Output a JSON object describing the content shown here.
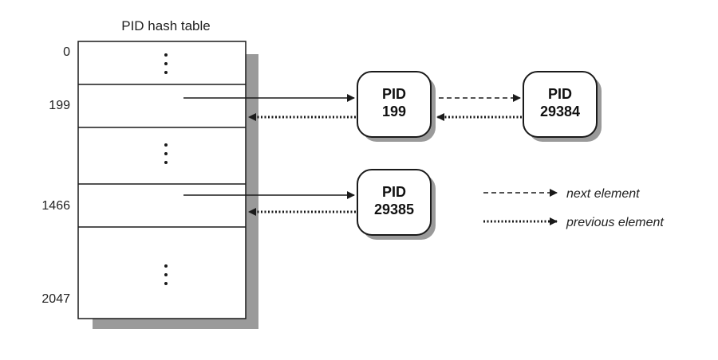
{
  "table": {
    "title": "PID hash table",
    "indices": [
      "0",
      "199",
      "1466",
      "2047"
    ]
  },
  "nodes": [
    {
      "id": "pid199",
      "line1": "PID",
      "line2": "199"
    },
    {
      "id": "pid29384",
      "line1": "PID",
      "line2": "29384"
    },
    {
      "id": "pid29385",
      "line1": "PID",
      "line2": "29385"
    }
  ],
  "legend": {
    "next": "next element",
    "previous": "previous element"
  },
  "colors": {
    "line": "#1a1a1a",
    "shadow": "#9a9a9a",
    "fill": "#ffffff"
  }
}
